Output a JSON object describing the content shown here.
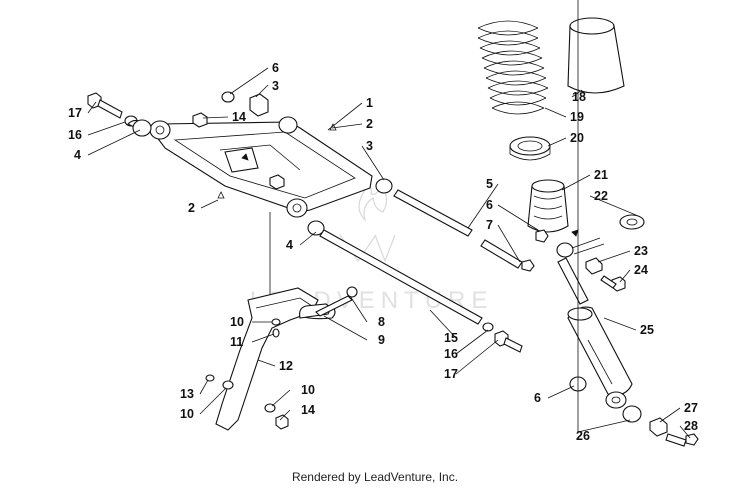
{
  "footer": "Rendered by LeadVenture, Inc.",
  "watermark": "LEADVENTURE",
  "callouts": [
    {
      "id": "c1",
      "label": "1"
    },
    {
      "id": "c2a",
      "label": "2"
    },
    {
      "id": "c2b",
      "label": "2"
    },
    {
      "id": "c3a",
      "label": "3"
    },
    {
      "id": "c3b",
      "label": "3"
    },
    {
      "id": "c4a",
      "label": "4"
    },
    {
      "id": "c4b",
      "label": "4"
    },
    {
      "id": "c5",
      "label": "5"
    },
    {
      "id": "c6a",
      "label": "6"
    },
    {
      "id": "c6b",
      "label": "6"
    },
    {
      "id": "c6c",
      "label": "6"
    },
    {
      "id": "c7",
      "label": "7"
    },
    {
      "id": "c8",
      "label": "8"
    },
    {
      "id": "c9",
      "label": "9"
    },
    {
      "id": "c10a",
      "label": "10"
    },
    {
      "id": "c10b",
      "label": "10"
    },
    {
      "id": "c10c",
      "label": "10"
    },
    {
      "id": "c11",
      "label": "11"
    },
    {
      "id": "c12",
      "label": "12"
    },
    {
      "id": "c13",
      "label": "13"
    },
    {
      "id": "c14a",
      "label": "14"
    },
    {
      "id": "c14b",
      "label": "14"
    },
    {
      "id": "c15",
      "label": "15"
    },
    {
      "id": "c16a",
      "label": "16"
    },
    {
      "id": "c16b",
      "label": "16"
    },
    {
      "id": "c17a",
      "label": "17"
    },
    {
      "id": "c17b",
      "label": "17"
    },
    {
      "id": "c18",
      "label": "18"
    },
    {
      "id": "c19",
      "label": "19"
    },
    {
      "id": "c20",
      "label": "20"
    },
    {
      "id": "c21",
      "label": "21"
    },
    {
      "id": "c22",
      "label": "22"
    },
    {
      "id": "c23",
      "label": "23"
    },
    {
      "id": "c24",
      "label": "24"
    },
    {
      "id": "c25",
      "label": "25"
    },
    {
      "id": "c26",
      "label": "26"
    },
    {
      "id": "c27",
      "label": "27"
    },
    {
      "id": "c28",
      "label": "28"
    }
  ]
}
